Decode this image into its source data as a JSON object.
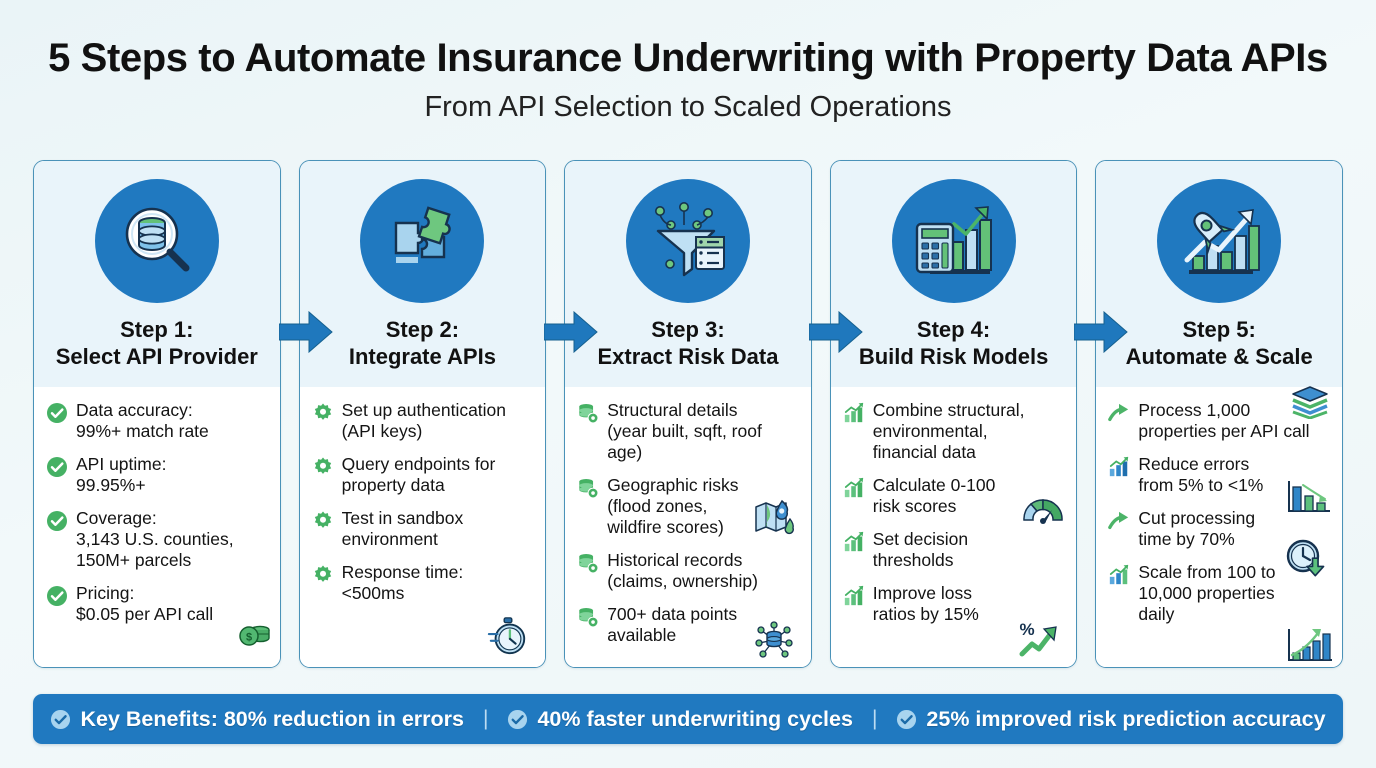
{
  "header": {
    "title": "5 Steps to Automate Insurance Underwriting with Property Data APIs",
    "subtitle": "From API Selection to Scaled Operations"
  },
  "colors": {
    "page_background": "#eef6f8",
    "card_header_background": "#e9f4fa",
    "card_border": "#4a92b8",
    "icon_circle_blue": "#2079c0",
    "accent_blue": "#1f78bd",
    "bullet_green": "#3fae63",
    "footer_blue": "#2079c0",
    "footer_check": "#a8d4ef"
  },
  "steps": [
    {
      "number": "Step 1:",
      "name": "Select API Provider",
      "title": "Step 1:\nSelect API Provider",
      "icon": "magnifier-database-icon",
      "bullet_icon": "green-check-circle-icon",
      "bullets": [
        {
          "text": "Data accuracy:\n99%+ match rate"
        },
        {
          "text": "API uptime:\n99.95%+"
        },
        {
          "text": "Coverage:\n3,143 U.S. counties,\n150M+ parcels"
        },
        {
          "text": "Pricing:\n$0.05 per API call"
        }
      ],
      "decorations": [
        {
          "icon": "money-coins-icon"
        }
      ]
    },
    {
      "number": "Step 2:",
      "name": "Integrate APIs",
      "title": "Step 2:\nIntegrate APIs",
      "icon": "puzzle-pieces-icon",
      "bullet_icon": "green-gear-icon",
      "bullets": [
        {
          "text": "Set up authentication\n(API keys)"
        },
        {
          "text": "Query endpoints for\nproperty data"
        },
        {
          "text": "Test in sandbox\nenvironment"
        },
        {
          "text": "Response time:\n<500ms"
        }
      ],
      "decorations": [
        {
          "icon": "stopwatch-icon"
        }
      ]
    },
    {
      "number": "Step 3:",
      "name": "Extract Risk Data",
      "title": "Step 3:\nExtract Risk Data",
      "icon": "funnel-server-icon",
      "bullet_icon": "green-database-gear-icon",
      "bullets": [
        {
          "text": "Structural details\n(year built, sqft, roof age)"
        },
        {
          "text": "Geographic risks\n(flood zones,\nwildfire scores)"
        },
        {
          "text": "Historical records\n(claims, ownership)"
        },
        {
          "text": "700+ data points\navailable"
        }
      ],
      "decorations": [
        {
          "icon": "map-wildfire-icon"
        },
        {
          "icon": "data-node-icon"
        }
      ]
    },
    {
      "number": "Step 4:",
      "name": "Build Risk Models",
      "title": "Step 4:\nBuild Risk Models",
      "icon": "calculator-chart-icon",
      "bullet_icon": "green-bar-chart-arrow-icon",
      "bullets": [
        {
          "text": "Combine structural,\nenvironmental,\nfinancial data"
        },
        {
          "text": "Calculate 0-100\nrisk scores"
        },
        {
          "text": "Set decision\nthresholds"
        },
        {
          "text": "Improve loss\nratios by 15%"
        }
      ],
      "decorations": [
        {
          "icon": "gauge-meter-icon"
        },
        {
          "icon": "percent-up-arrow-icon"
        }
      ]
    },
    {
      "number": "Step 5:",
      "name": "Automate & Scale",
      "title": "Step 5:\nAutomate & Scale",
      "icon": "rocket-growth-icon",
      "bullet_icon": "mixed-arrow-chart-icon",
      "bullets": [
        {
          "text": "Process 1,000\nproperties per API call",
          "icon": "green-curved-arrow-icon"
        },
        {
          "text": "Reduce errors\nfrom 5% to <1%",
          "icon": "blue-bar-chart-arrow-icon"
        },
        {
          "text": "Cut processing\ntime by 70%",
          "icon": "green-curved-arrow-icon"
        },
        {
          "text": "Scale from 100 to\n10,000 properties\ndaily",
          "icon": "blue-green-bar-chart-icon"
        }
      ],
      "decorations": [
        {
          "icon": "stacked-layers-icon"
        },
        {
          "icon": "declining-bar-chart-icon"
        },
        {
          "icon": "clock-down-arrow-icon"
        },
        {
          "icon": "rising-chart-icon"
        }
      ]
    }
  ],
  "arrows": [
    {
      "label": "arrow-step1-to-step2"
    },
    {
      "label": "arrow-step2-to-step3"
    },
    {
      "label": "arrow-step3-to-step4"
    },
    {
      "label": "arrow-step4-to-step5"
    }
  ],
  "footer": {
    "items": [
      {
        "text": "Key Benefits: 80% reduction in errors"
      },
      {
        "text": "40% faster underwriting cycles"
      },
      {
        "text": "25% improved risk prediction accuracy"
      }
    ],
    "separator": "|"
  }
}
